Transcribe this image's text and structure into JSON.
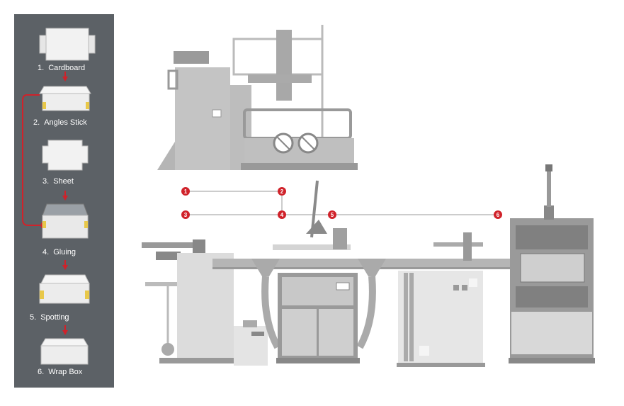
{
  "steps": [
    {
      "num": "1.",
      "label": "Cardboard"
    },
    {
      "num": "2.",
      "label": "Angles Stick"
    },
    {
      "num": "3.",
      "label": "Sheet"
    },
    {
      "num": "4.",
      "label": "Gluing"
    },
    {
      "num": "5.",
      "label": "Spotting"
    },
    {
      "num": "6.",
      "label": "Wrap Box"
    }
  ],
  "markers": [
    "1",
    "2",
    "3",
    "4",
    "5",
    "6"
  ],
  "colors": {
    "sidebar": "#5c6166",
    "accent_red": "#d0222a",
    "machine_light": "#d9d9d9",
    "machine_mid": "#bdbdbd",
    "machine_dark": "#8a8a8a"
  }
}
